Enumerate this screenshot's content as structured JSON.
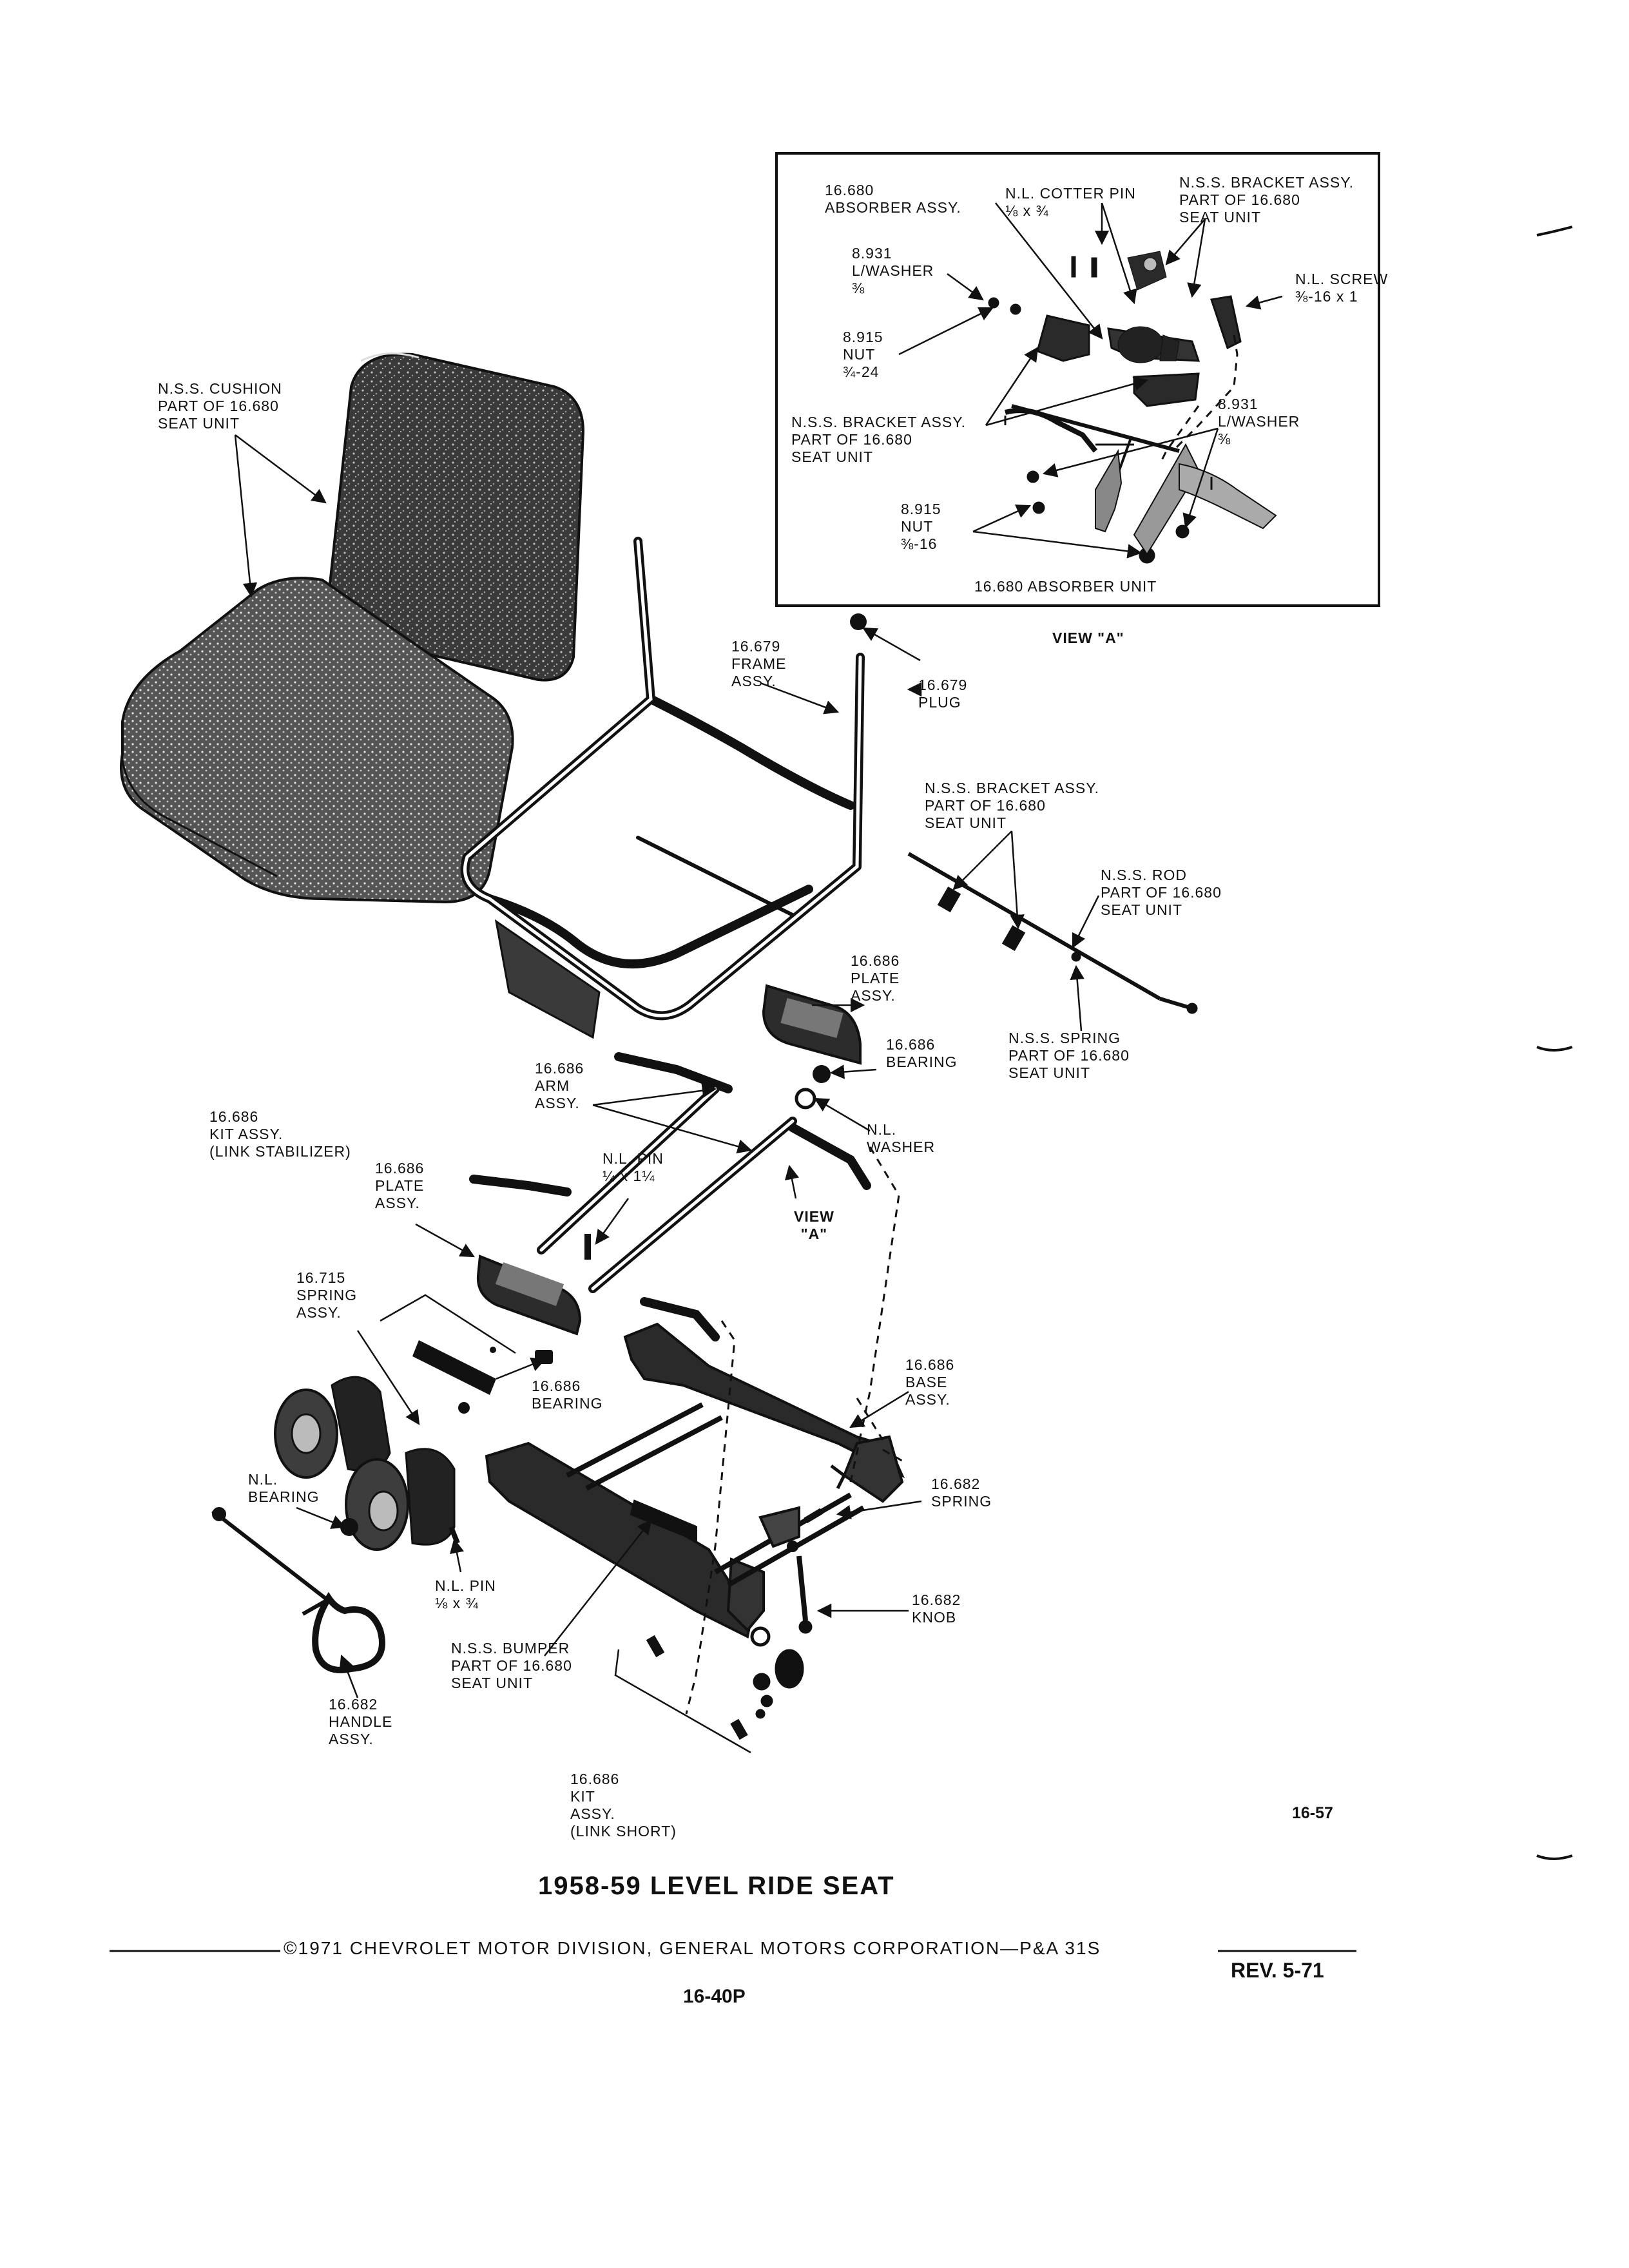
{
  "title": "1958-59 LEVEL RIDE SEAT",
  "copyright_line": "©1971 CHEVROLET MOTOR DIVISION, GENERAL MOTORS CORPORATION—P&A 31S",
  "revision": "REV. 5-71",
  "page_number": "16-40P",
  "section_number": "16-57",
  "view_a": {
    "caption": "VIEW \"A\"",
    "unit_caption": "16.680 ABSORBER UNIT",
    "labels": {
      "absorber_assy": [
        "16.680",
        "ABSORBER ASSY."
      ],
      "cotter_pin": [
        "N.L. COTTER PIN",
        "⅛ x ¾"
      ],
      "bracket_top": [
        "N.S.S. BRACKET ASSY.",
        "PART OF 16.680",
        "SEAT UNIT"
      ],
      "lwasher_left": [
        "8.931",
        "L/WASHER",
        "⅜"
      ],
      "screw": [
        "N.L. SCREW",
        "⅜-16 x 1"
      ],
      "nut_upper": [
        "8.915",
        "NUT",
        "¾-24"
      ],
      "bracket_mid": [
        "N.S.S. BRACKET ASSY.",
        "PART OF 16.680",
        "SEAT UNIT"
      ],
      "lwasher_right": [
        "8.931",
        "L/WASHER",
        "⅜"
      ],
      "nut_lower": [
        "8.915",
        "NUT",
        "⅜-16"
      ]
    }
  },
  "labels": {
    "cushion": [
      "N.S.S. CUSHION",
      "PART OF 16.680",
      "SEAT UNIT"
    ],
    "frame": [
      "16.679",
      "FRAME",
      "ASSY."
    ],
    "plug": [
      "16.679",
      "PLUG"
    ],
    "bracket_rod": [
      "N.S.S. BRACKET ASSY.",
      "PART OF 16.680",
      "SEAT UNIT"
    ],
    "rod": [
      "N.S.S. ROD",
      "PART OF 16.680",
      "SEAT UNIT"
    ],
    "plate_upper": [
      "16.686",
      "PLATE",
      "ASSY."
    ],
    "bearing_upper": [
      "16.686",
      "BEARING"
    ],
    "spring_nss": [
      "N.S.S. SPRING",
      "PART OF 16.680",
      "SEAT UNIT"
    ],
    "arm": [
      "16.686",
      "ARM",
      "ASSY."
    ],
    "washer": [
      "N.L.",
      "WASHER"
    ],
    "kit_stabilizer": [
      "16.686",
      "KIT ASSY.",
      "(LINK STABILIZER)"
    ],
    "pin_upper": [
      "N.L. PIN",
      "¼ x 1¼"
    ],
    "plate_lower": [
      "16.686",
      "PLATE",
      "ASSY."
    ],
    "view_a_ref": [
      "VIEW",
      "\"A\""
    ],
    "spring_assy": [
      "16.715",
      "SPRING",
      "ASSY."
    ],
    "bearing_lower": [
      "16.686",
      "BEARING"
    ],
    "base": [
      "16.686",
      "BASE",
      "ASSY."
    ],
    "spring_682": [
      "16.682",
      "SPRING"
    ],
    "nl_bearing": [
      "N.L.",
      "BEARING"
    ],
    "knob": [
      "16.682",
      "KNOB"
    ],
    "pin_lower": [
      "N.L. PIN",
      "⅛ x ¾"
    ],
    "bumper": [
      "N.S.S. BUMPER",
      "PART OF 16.680",
      "SEAT UNIT"
    ],
    "handle": [
      "16.682",
      "HANDLE",
      "ASSY."
    ],
    "kit_short": [
      "16.686",
      "KIT",
      "ASSY.",
      "(LINK SHORT)"
    ]
  }
}
